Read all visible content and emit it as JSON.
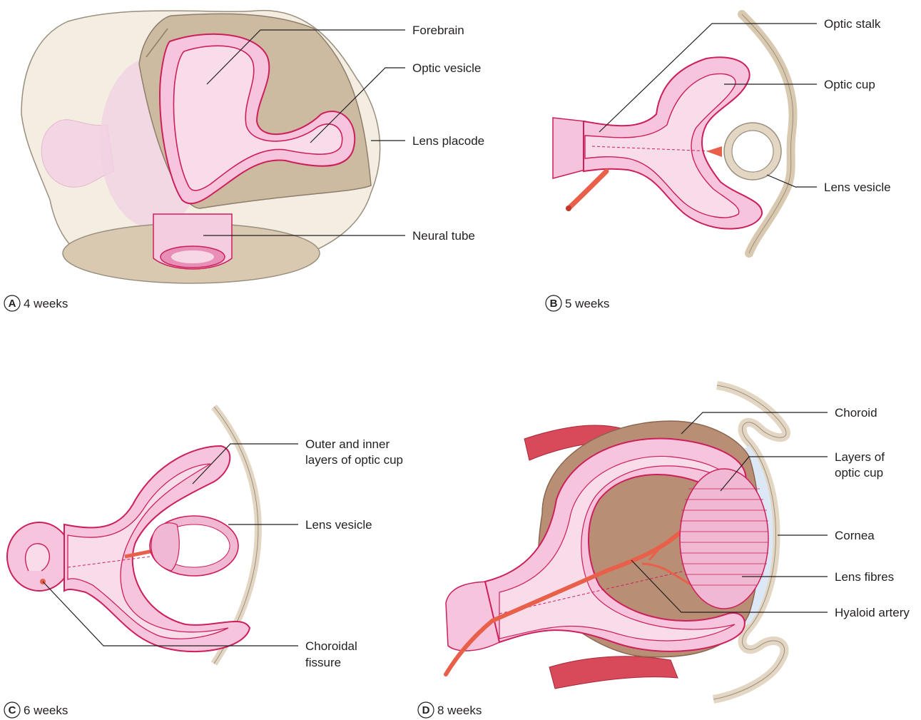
{
  "panels": [
    {
      "letter": "A",
      "caption": "4 weeks",
      "labels": [
        "Forebrain",
        "Optic vesicle",
        "Lens placode",
        "Neural tube"
      ]
    },
    {
      "letter": "B",
      "caption": "5 weeks",
      "labels": [
        "Optic stalk",
        "Optic cup",
        "Lens vesicle"
      ]
    },
    {
      "letter": "C",
      "caption": "6 weeks",
      "labels": [
        "Outer and inner",
        "layers of optic cup",
        "Lens vesicle",
        "Choroidal",
        "fissure"
      ]
    },
    {
      "letter": "D",
      "caption": "8 weeks",
      "labels": [
        "Choroid",
        "Layers of",
        "optic cup",
        "Cornea",
        "Lens fibres",
        "Hyaloid artery"
      ]
    }
  ],
  "colors": {
    "neural_tissue": "#f6c4dc",
    "neural_outline": "#cc1f5c",
    "ectoderm": "#e3d6c3",
    "artery": "#e8604a",
    "choroid": "#b88f74",
    "cornea": "#dce8f6",
    "muscle": "#d8495a"
  }
}
